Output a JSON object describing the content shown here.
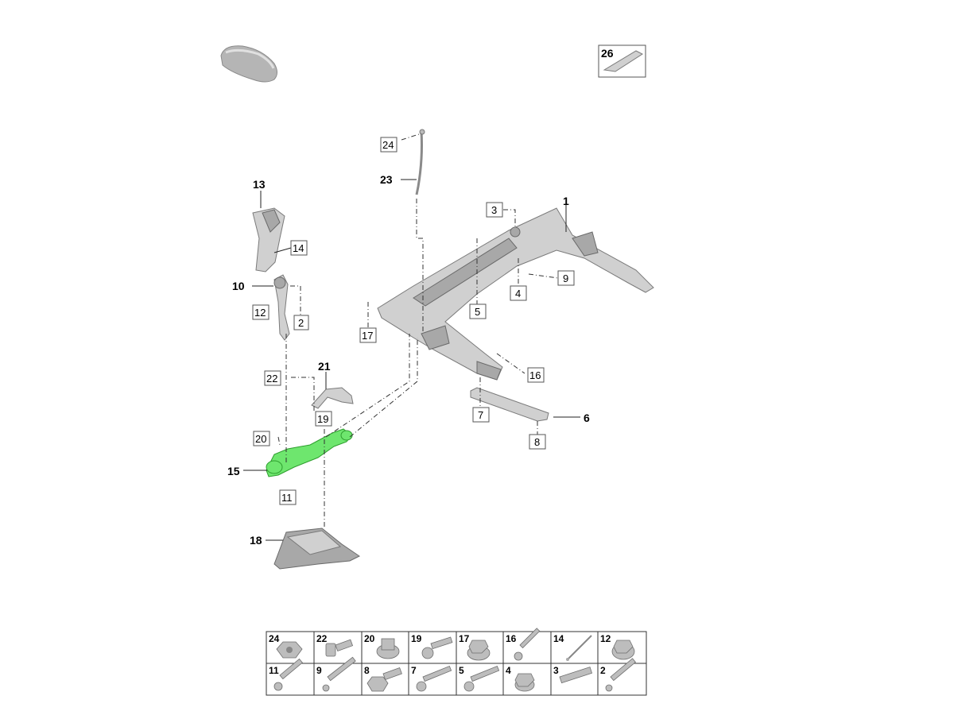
{
  "callouts": {
    "c1": "1",
    "c2": "2",
    "c3": "3",
    "c4": "4",
    "c5": "5",
    "c6": "6",
    "c7": "7",
    "c8": "8",
    "c9": "9",
    "c10": "10",
    "c11": "11",
    "c12": "12",
    "c13": "13",
    "c14": "14",
    "c15": "15",
    "c16": "16",
    "c17": "17",
    "c18": "18",
    "c19": "19",
    "c20": "20",
    "c21": "21",
    "c22": "22",
    "c23": "23",
    "c24": "24",
    "c26": "26"
  },
  "hardware_table": {
    "row1": [
      "24",
      "22",
      "20",
      "19",
      "17",
      "16",
      "14",
      "12"
    ],
    "row2": [
      "11",
      "9",
      "8",
      "7",
      "5",
      "4",
      "3",
      "2"
    ]
  },
  "colors": {
    "highlight": "#6ee66e",
    "part": "#d0d0d0"
  }
}
